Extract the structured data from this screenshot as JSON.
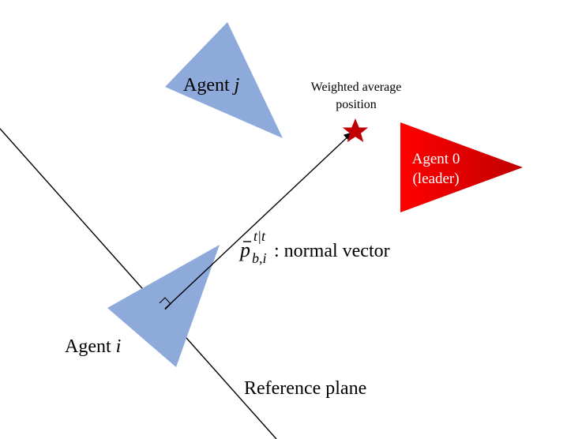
{
  "labels": {
    "agent_j_prefix": "Agent ",
    "agent_j_var": "j",
    "agent_i_prefix": "Agent ",
    "agent_i_var": "i",
    "weighted_avg_line1": "Weighted average",
    "weighted_avg_line2": "position",
    "leader_line1": "Agent 0",
    "leader_line2": "(leader)",
    "vector_symbol_base": "p",
    "vector_symbol_sup": "t|t",
    "vector_symbol_sub": "b,i",
    "vector_desc": ": normal vector",
    "reference_plane": "Reference plane"
  },
  "colors": {
    "follower_fill": "#8eaadb",
    "leader_gradient_start": "#ff0000",
    "leader_gradient_end": "#c00000",
    "star_fill": "#c00000",
    "line": "#000000",
    "leader_text": "#ffffff"
  },
  "icons": {
    "agent_shape": "triangle",
    "target_marker": "star"
  }
}
